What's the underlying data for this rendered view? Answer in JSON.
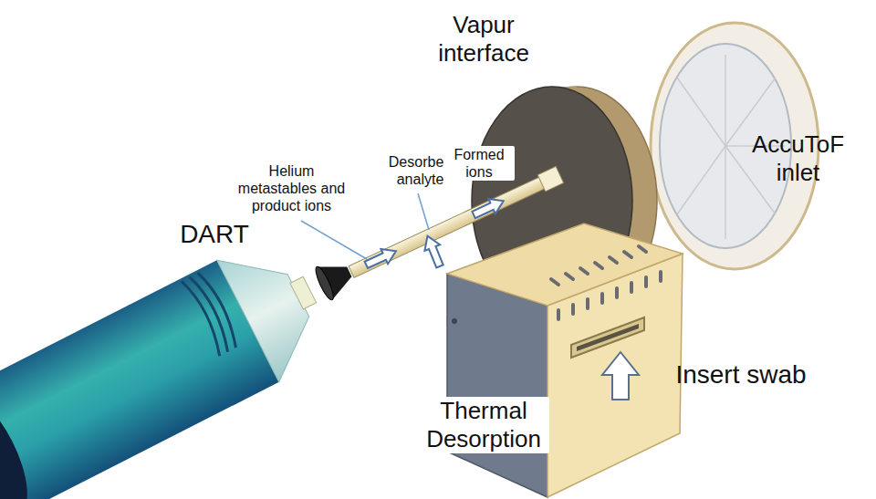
{
  "diagram": {
    "labels": [
      "Vapur interface",
      "AccuToF inlet",
      "Helium metastables and product ions",
      "Desorbed analyte",
      "Formed ions",
      "DART",
      "Insert swab",
      "Thermal Desorption"
    ]
  }
}
